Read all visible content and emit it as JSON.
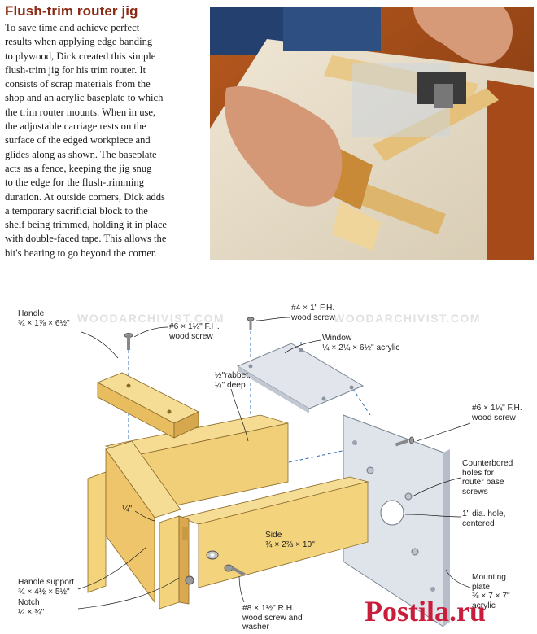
{
  "article": {
    "title": "Flush-trim router jig",
    "body_lines": [
      "To save time and achieve perfect",
      "results when applying edge banding",
      "to plywood, Dick created this simple",
      "flush-trim jig for his trim router. It",
      "consists of scrap materials from the",
      "shop and an acrylic baseplate to which",
      "the trim router mounts. When in use,",
      "the adjustable carriage rests on the",
      "surface of the edged workpiece and",
      "glides along as shown. The baseplate",
      "acts as a fence, keeping the jig snug",
      "to the edge for the flush-trimming",
      "duration. At outside corners, Dick adds",
      "a temporary sacrificial block to the",
      "shelf being trimmed, holding it in place",
      "with double-faced tape. This allows the",
      "bit's bearing to go beyond the corner."
    ]
  },
  "photo": {
    "icon": "photo-of-hands-using-router-jig"
  },
  "diagram": {
    "watermark_left": "WOODARCHIVIST.COM",
    "watermark_right": "WOODARCHIVIST.COM",
    "labels": {
      "handle": [
        "Handle",
        "¾ × 1⅞ × 6½\""
      ],
      "screw_6_handle": [
        "#6 × 1¼\" F.H.",
        "wood screw"
      ],
      "screw_4": [
        "#4 × 1\" F.H.",
        "wood screw"
      ],
      "window": [
        "Window",
        "¼ × 2¼ × 6½\" acrylic"
      ],
      "rabbet": [
        "½\"rabbet,",
        "¼\" deep"
      ],
      "screw_6_plate": [
        "#6 × 1¼\" F.H.",
        "wood screw"
      ],
      "counterbored": [
        "Counterbored",
        "holes for",
        "router base",
        "screws"
      ],
      "hole": [
        "1\" dia. hole,",
        "centered"
      ],
      "quarter": [
        "¼\""
      ],
      "side": [
        "Side",
        "¾ × 2⅔ × 10\""
      ],
      "handle_support": [
        "Handle support",
        "¾ × 4½ × 5½\""
      ],
      "notch": [
        "Notch",
        "¼ × ¾\""
      ],
      "screw_8": [
        "#8 × 1½\" R.H.",
        "wood screw and",
        "washer"
      ],
      "mounting_plate": [
        "Mounting",
        "plate",
        "⅜ × 7 × 7\"",
        "acrylic"
      ]
    },
    "colors": {
      "wood": "#f3d37c",
      "wood_shade": "#d9a850",
      "acrylic": "#dfe3ea",
      "leader": "#2c6bb0",
      "title": "#8b2a14"
    }
  },
  "logo_text": "Postila.ru"
}
